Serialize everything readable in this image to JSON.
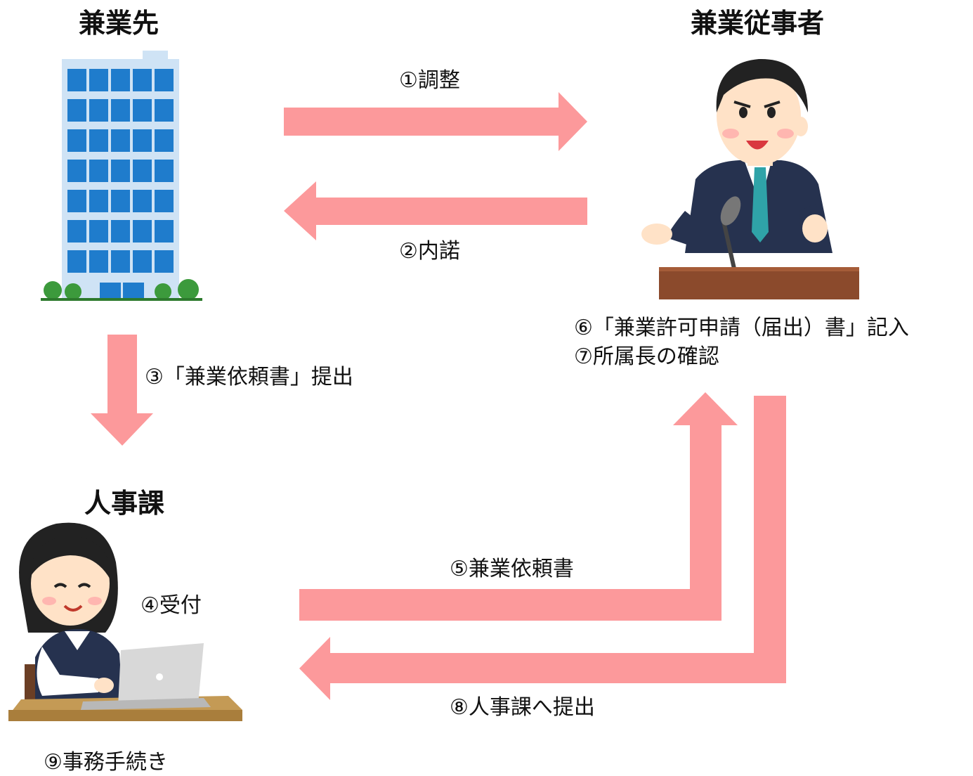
{
  "colors": {
    "arrow": "#fc999b",
    "building_frame": "#cfe3f5",
    "building_glass": "#1f7ccc",
    "tree": "#3c9a3c",
    "suit": "#26324f",
    "tie": "#2fa3a8",
    "skin": "#ffe2c7",
    "hair": "#222222",
    "podium": "#8b4a2c",
    "desk": "#c49a55",
    "laptop": "#d8d8d8"
  },
  "nodes": {
    "company": {
      "heading": "兼業先",
      "icon": "office-building-icon"
    },
    "employee": {
      "heading": "兼業従事者",
      "icon": "speaker-at-podium-icon"
    },
    "hr": {
      "heading": "人事課",
      "icon": "office-worker-laptop-icon"
    }
  },
  "steps": {
    "s1": "①調整",
    "s2": "②内諾",
    "s3": "③「兼業依頼書」提出",
    "s4": "④受付",
    "s5": "⑤兼業依頼書",
    "s6": "⑥「兼業許可申請（届出）書」記入",
    "s7": "⑦所属長の確認",
    "s8": "⑧人事課へ提出",
    "s9": "⑨事務手続き"
  }
}
